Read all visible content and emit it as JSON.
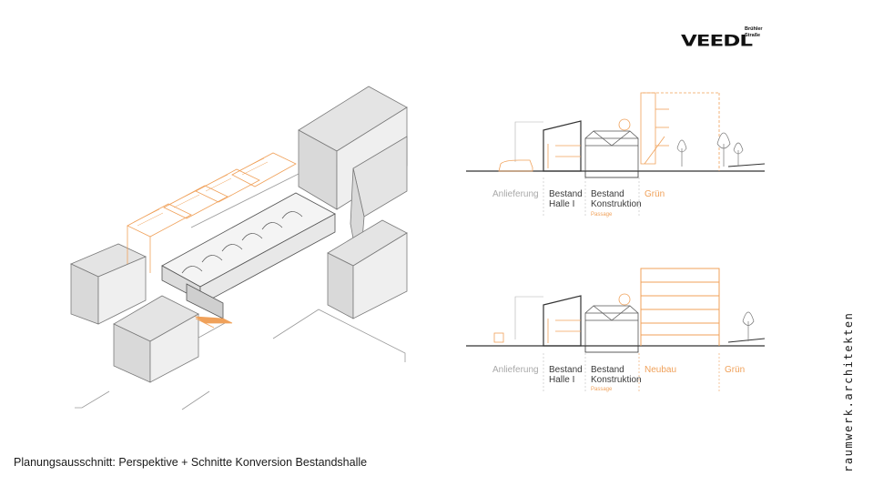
{
  "logo": {
    "word": "VEEDL",
    "line1": "Brühler",
    "line2": "Straße"
  },
  "caption": "Planungsausschnitt: Perspektive + Schnitte Konversion Bestandshalle",
  "vertical_text": "raumwerk.architekten",
  "section1": {
    "zones": [
      {
        "name": "Anlieferung"
      },
      {
        "name": "Bestand",
        "sub": "Halle I"
      },
      {
        "name": "Bestand",
        "sub": "Konstruktion",
        "note": "Passage"
      },
      {
        "name": "Grün"
      }
    ]
  },
  "section2": {
    "zones": [
      {
        "name": "Anlieferung"
      },
      {
        "name": "Bestand",
        "sub": "Halle I"
      },
      {
        "name": "Bestand",
        "sub": "Konstruktion",
        "note": "Passage"
      },
      {
        "name": "Neubau"
      },
      {
        "name": "Grün"
      }
    ]
  },
  "colors": {
    "accent": "#f0a15a",
    "massing": "#e4e4e4",
    "line": "#555555",
    "label_grey": "#a8a8a8"
  }
}
